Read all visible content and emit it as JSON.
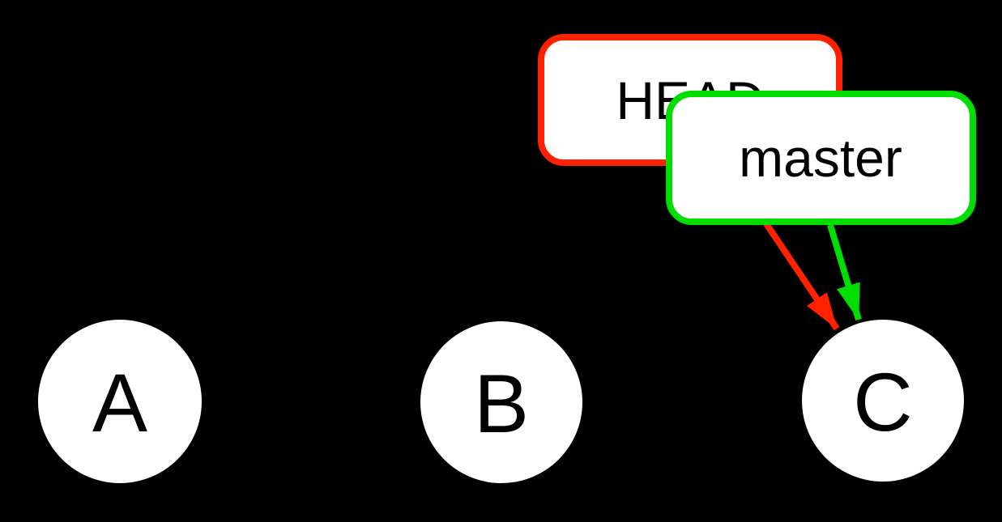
{
  "graph": {
    "background": "#000000",
    "node_fill": "#ffffff",
    "node_text_color": "#000000",
    "commits": [
      {
        "label": "A"
      },
      {
        "label": "B"
      },
      {
        "label": "C"
      }
    ],
    "refs": [
      {
        "label": "HEAD",
        "color": "#ff2200",
        "fill": "#ffffff",
        "points_to": "C"
      },
      {
        "label": "master",
        "color": "#00dd00",
        "fill": "#ffffff",
        "points_to": "C"
      }
    ]
  }
}
